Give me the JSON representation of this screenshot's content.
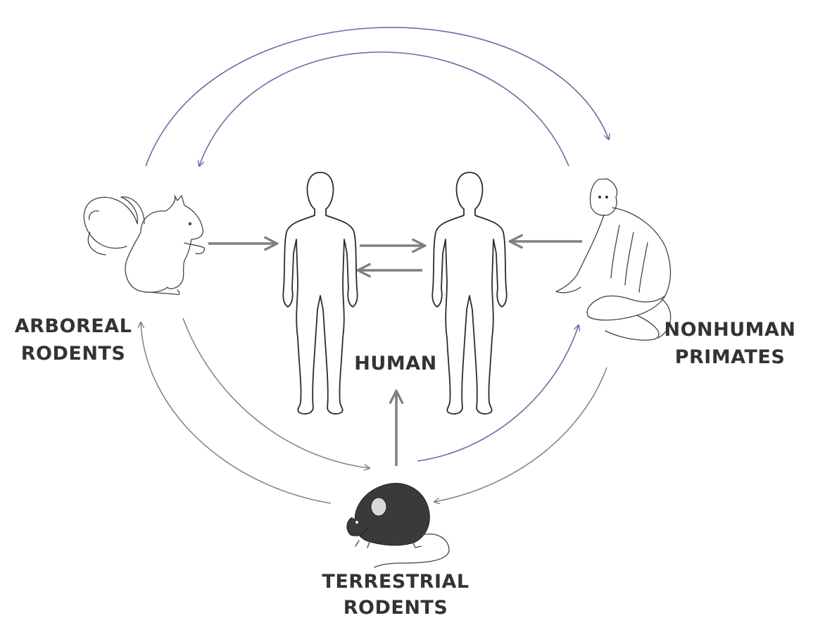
{
  "labels": {
    "arboreal_line1": "ARBOREAL",
    "arboreal_line2": "RODENTS",
    "nonhuman_line1": "NONHUMAN",
    "nonhuman_line2": "PRIMATES",
    "human": "HUMAN",
    "terrestrial_line1": "TERRESTRIAL",
    "terrestrial_line2": "RODENTS"
  },
  "icons": {
    "squirrel": "squirrel-icon",
    "monkey": "monkey-icon",
    "mouse": "mouse-icon",
    "human": "human-silhouette-icon"
  },
  "colors": {
    "purple_arrow": "#7a64a3",
    "gray_arrow": "#808080",
    "label_text": "#333333"
  }
}
